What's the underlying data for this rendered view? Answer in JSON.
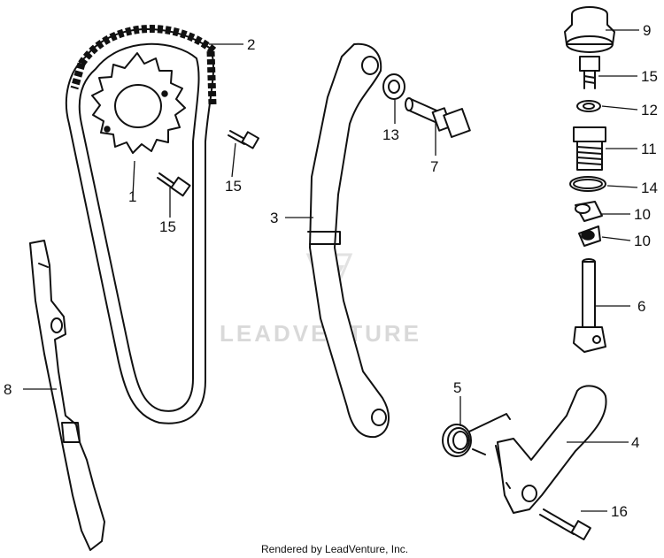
{
  "watermark": "LEADVENTURE",
  "footer": "Rendered by LeadVenture, Inc.",
  "callouts": {
    "c1": "1",
    "c2": "2",
    "c3": "3",
    "c4": "4",
    "c5": "5",
    "c6": "6",
    "c7": "7",
    "c8": "8",
    "c9": "9",
    "c10a": "10",
    "c10b": "10",
    "c11": "11",
    "c12": "12",
    "c13": "13",
    "c14": "14",
    "c15a": "15",
    "c15b": "15",
    "c15c": "15",
    "c16": "16"
  },
  "colors": {
    "line": "#111111",
    "watermark": "#d9d9d9",
    "background": "#ffffff"
  }
}
